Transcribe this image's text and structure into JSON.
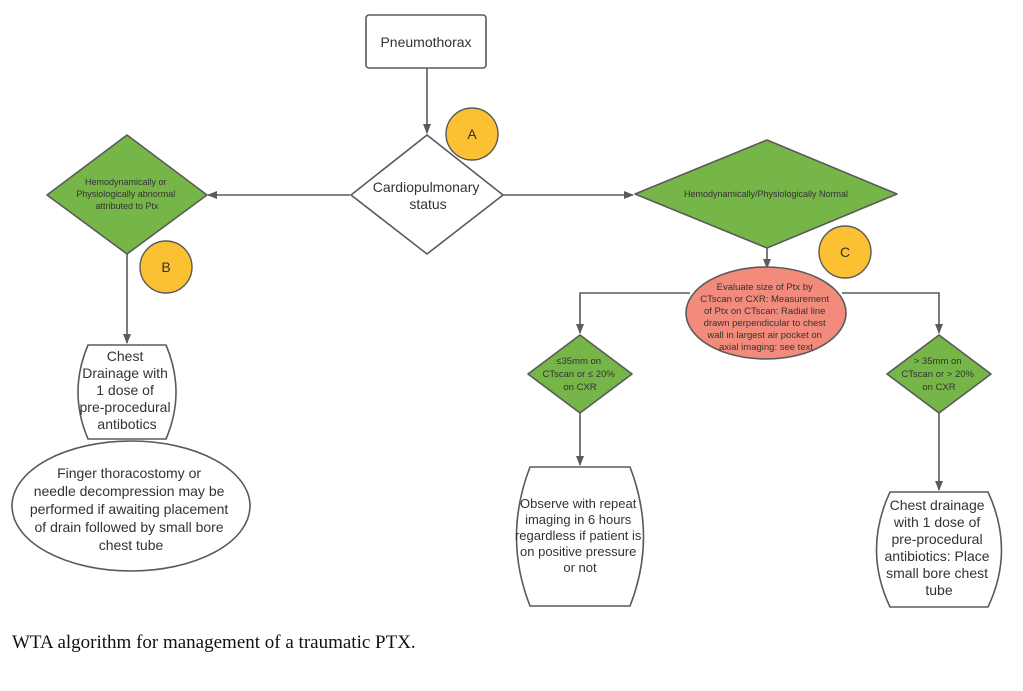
{
  "diagram": {
    "colors": {
      "decision_green": "#76b548",
      "evaluate_red": "#f28b7c",
      "marker_yellow": "#fbc133",
      "stroke": "#5a5a5a",
      "text": "#333333"
    },
    "nodes": {
      "start": {
        "label": "Pneumothorax"
      },
      "cardio": {
        "lines": [
          "Cardiopulmonary",
          "status"
        ]
      },
      "abnormal": {
        "lines": [
          "Hemodynamically  or",
          "Physiologically abnormal",
          "attributed to Ptx"
        ]
      },
      "normal": {
        "lines": [
          "Hemodynamically/Physiologically Normal"
        ]
      },
      "chest_drainage_left": {
        "lines": [
          "Chest",
          "Drainage with",
          "1 dose of",
          "pre-procedural",
          "antibotics"
        ]
      },
      "finger": {
        "lines": [
          "Finger thoracostomy or",
          "needle decompression may be",
          "performed if awaiting placement",
          "of drain followed by small bore",
          "chest tube"
        ]
      },
      "evaluate": {
        "lines": [
          "Evaluate size of Ptx by",
          "CTscan or CXR: Measurement",
          "of Ptx on CTscan: Radial line",
          "drawn perpendicular to chest",
          "wall in largest air pocket on",
          "axial imaging: see text"
        ]
      },
      "small": {
        "lines": [
          "≤35mm on",
          "CTscan or ≤ 20%",
          "on CXR"
        ]
      },
      "large": {
        "lines": [
          "> 35mm on",
          "CTscan or > 20%",
          "on CXR"
        ]
      },
      "observe": {
        "lines": [
          "Observe with repeat",
          "imaging in 6 hours",
          "regardless if patient is",
          "on positive pressure",
          "or not"
        ]
      },
      "chest_drainage_right": {
        "lines": [
          "Chest drainage",
          "with 1 dose of",
          "pre-procedural",
          "antibiotics: Place",
          "small bore chest",
          "tube"
        ]
      }
    },
    "markers": [
      "A",
      "B",
      "C"
    ]
  },
  "caption": "WTA algorithm for management of a traumatic PTX."
}
